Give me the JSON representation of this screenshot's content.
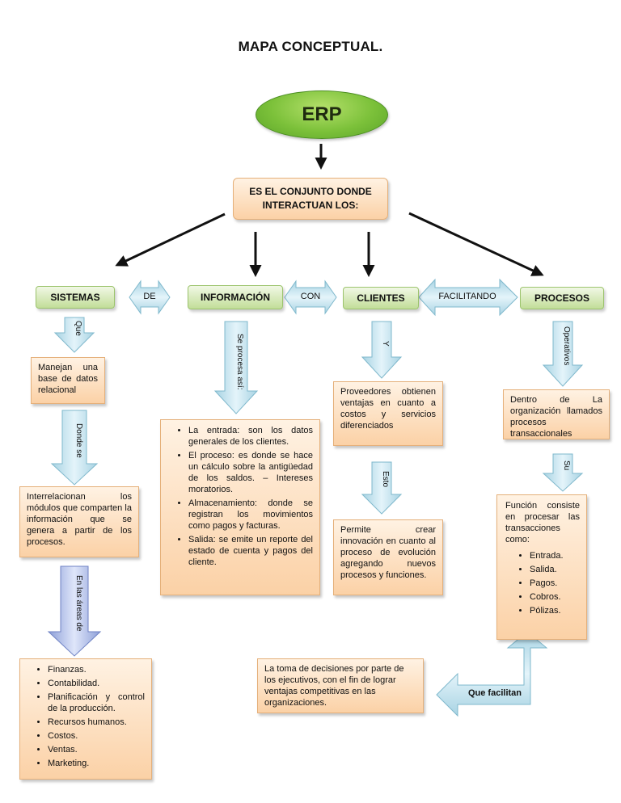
{
  "title": "MAPA CONCEPTUAL.",
  "root": "ERP",
  "center": "ES EL CONJUNTO DONDE INTERACTUAN LOS:",
  "categories": {
    "sistemas": "SISTEMAS",
    "informacion": "INFORMACIÓN",
    "clientes": "CLIENTES",
    "procesos": "PROCESOS"
  },
  "connectors": {
    "de": "DE",
    "con": "CON",
    "facilitando": "FACILITANDO"
  },
  "arrow_labels": {
    "que": "Que",
    "donde_se": "Donde se",
    "en_las_areas_de": "En las áreas de",
    "se_procesa_asi": "Se procesa así:",
    "y": "Y",
    "esto": "Esto",
    "operativos": "Operativos",
    "su": "Su",
    "que_facilitan": "Que facilitan"
  },
  "sistemas_col": {
    "box1": "Manejan una base de datos relacional",
    "box2": "Interrelacionan los módulos que comparten la información que se genera a partir de los procesos.",
    "areas": [
      "Finanzas.",
      "Contabilidad.",
      "Planificación y control de la producción.",
      "Recursos humanos.",
      "Costos.",
      "Ventas.",
      "Marketing."
    ]
  },
  "informacion_col": {
    "items": [
      "La entrada: son los datos generales de los clientes.",
      "El proceso: es donde se hace un cálculo sobre la antigüedad de los saldos. – Intereses moratorios.",
      "Almacenamiento: donde se registran los movimientos como pagos y facturas.",
      "Salida: se emite un reporte del estado de cuenta y pagos del cliente."
    ]
  },
  "clientes_col": {
    "box1": "Proveedores obtienen ventajas en cuanto a costos y servicios diferenciados",
    "box2": "Permite crear innovación en cuanto al proceso de evolución agregando nuevos procesos y funciones."
  },
  "procesos_col": {
    "box1": "Dentro de La organización llamados procesos transaccionales",
    "box2_intro": "Función consiste en procesar las transacciones como:",
    "box2_items": [
      "Entrada.",
      "Salida.",
      "Pagos.",
      "Cobros.",
      "Pólizas."
    ]
  },
  "decisiones": "La toma de decisiones por parte de los ejecutivos, con el fin de lograr ventajas competitivas en las organizaciones.",
  "colors": {
    "node_border": "#e5b07a",
    "node_fill": "#fbd1a6",
    "green_fill": "#c2de99",
    "erp_fill": "#7cc13a",
    "arrow_fill": "#c9e6f0"
  }
}
